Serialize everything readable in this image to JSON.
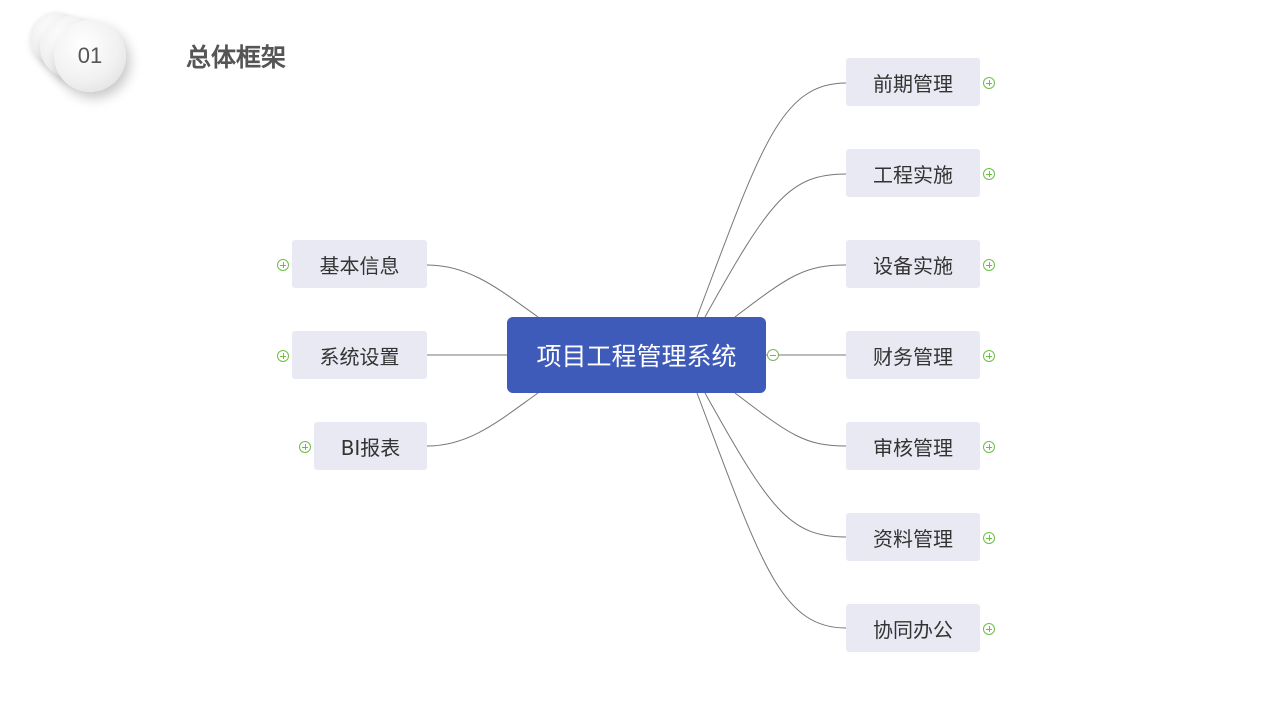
{
  "header": {
    "section_number": "01",
    "title": "总体框架"
  },
  "mindmap": {
    "center": "项目工程管理系统",
    "left_branches": [
      {
        "label": "基本信息"
      },
      {
        "label": "系统设置"
      },
      {
        "label": "BI报表"
      }
    ],
    "right_branches": [
      {
        "label": "前期管理"
      },
      {
        "label": "工程实施"
      },
      {
        "label": "设备实施"
      },
      {
        "label": "财务管理"
      },
      {
        "label": "审核管理"
      },
      {
        "label": "资料管理"
      },
      {
        "label": "协同办公"
      }
    ]
  },
  "colors": {
    "center_fill": "#3f5bb9",
    "node_fill": "#e9e9f3",
    "toggle": "#6cbf45",
    "link": "#777777"
  },
  "icons": {
    "expand": "plus-circle-icon",
    "collapse": "minus-circle-icon"
  }
}
